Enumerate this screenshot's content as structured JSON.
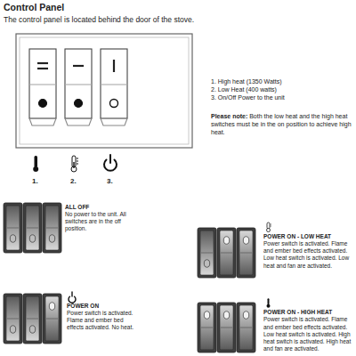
{
  "diagram": {
    "title": "Control Panel",
    "labels": [
      "The control panel is located behind the door of the stove.",
      "1. High heat (1350 Watts)",
      "2. Low Heat (400 watts)",
      "3. On/Off Power to the unit",
      "Please note:",
      "Both the low heat and the high heat switches must be in the on position to achieve high heat.",
      "1.",
      "2.",
      "3.",
      "ALL OFF",
      "No power to the unit. All switches are in the off position.",
      "POWER ON - LOW HEAT",
      "Power switch is activated. Flame and ember bed effects activated. Low heat switch is activated. Low heat and fan are activated.",
      "POWER ON",
      "Power switch is activated. Flame and ember bed effects activated. No heat.",
      "POWER ON - HIGH HEAT",
      "Power switch is activated. Flame and ember bed effects activated. Low heat switch is activated. High heat switch is activated. High heat and fan are activated."
    ]
  }
}
